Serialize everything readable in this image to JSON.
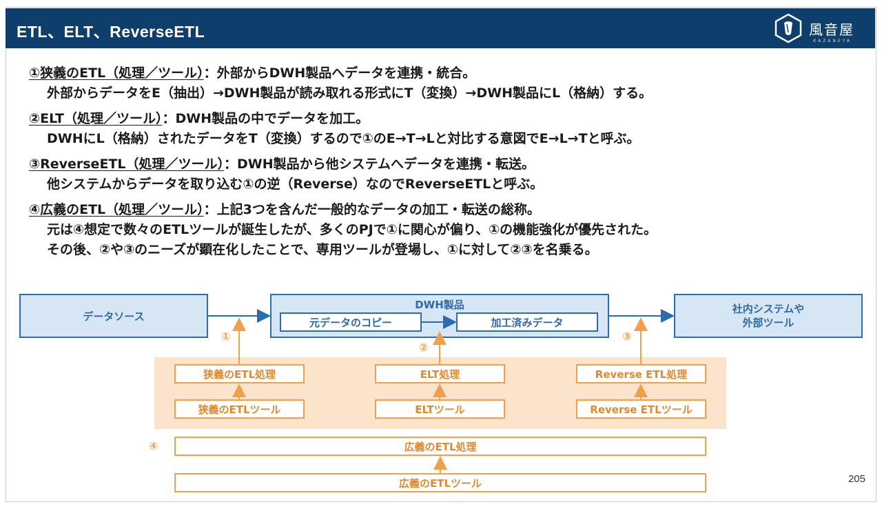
{
  "header": {
    "title": "ETL、ELT、ReverseETL",
    "logo_text": "風音屋",
    "logo_sub": "KAZANEYA"
  },
  "items": [
    {
      "head": "①狭義のETL（処理／ツール）",
      "tail": "：外部からDWH製品へデータを連携・統合。",
      "sub": [
        "外部からデータをE（抽出）→DWH製品が読み取れる形式にT（変換）→DWH製品にL（格納）する。"
      ]
    },
    {
      "head": "②ELT（処理／ツール）",
      "tail": "：DWH製品の中でデータを加工。",
      "sub": [
        "DWHにL（格納）されたデータをT（変換）するので①のE→T→Lと対比する意図でE→L→Tと呼ぶ。"
      ]
    },
    {
      "head": "③ReverseETL（処理／ツール）",
      "tail": "：DWH製品から他システムへデータを連携・転送。",
      "sub": [
        "他システムからデータを取り込む①の逆（Reverse）なのでReverseETLと呼ぶ。"
      ]
    },
    {
      "head": "④広義のETL（処理／ツール）",
      "tail": "：上記3つを含んだ一般的なデータの加工・転送の総称。",
      "sub": [
        "元は④想定で数々のETLツールが誕生したが、多くのPJで①に関心が偏り、①の機能強化が優先された。",
        "その後、②や③のニーズが顕在化したことで、専用ツールが登場し、①に対して②③を名乗る。"
      ]
    }
  ],
  "diagram": {
    "source": "データソース",
    "dwh_title": "DWH製品",
    "dwh_copy": "元データのコピー",
    "dwh_processed": "加工済みデータ",
    "target": "社内システムや\n外部ツール",
    "num1": "①",
    "num2": "②",
    "num3": "③",
    "num4": "④",
    "etl_narrow_process": "狭義のETL処理",
    "etl_narrow_tool": "狭義のETLツール",
    "elt_process": "ELT処理",
    "elt_tool": "ELTツール",
    "reverse_process": "Reverse ETL処理",
    "reverse_tool": "Reverse ETLツール",
    "etl_broad_process": "広義のETL処理",
    "etl_broad_tool": "広義のETLツール"
  },
  "page_number": "205",
  "colors": {
    "header_bg": "#0e3e6b",
    "blue": "#2b6cb0",
    "blue_fill": "#d7e6f4",
    "orange": "#f0a04b",
    "orange_fill": "#fbe3cc"
  }
}
